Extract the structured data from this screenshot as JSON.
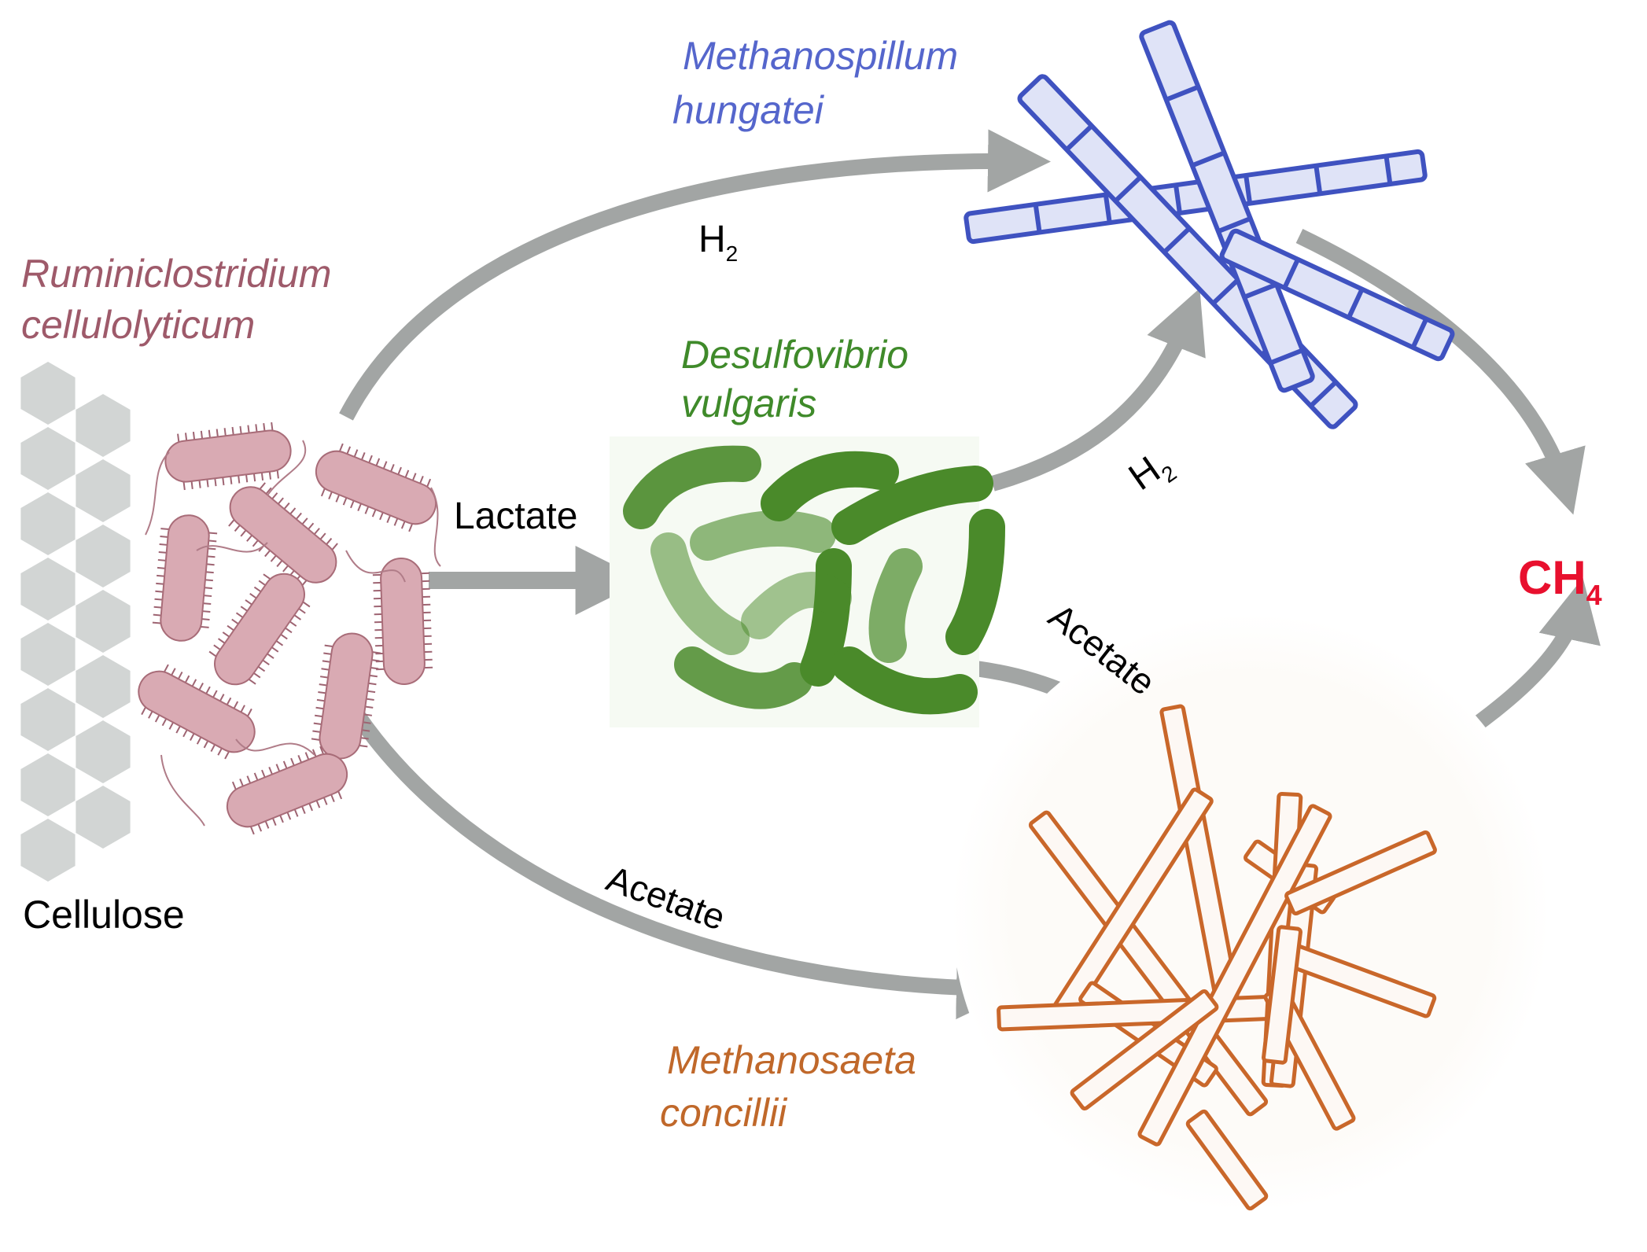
{
  "diagram": {
    "title": "Cellulose-to-methane syntrophic consortium",
    "organisms": {
      "cellulolytic": {
        "line1": "Ruminiclostridium",
        "line2": "cellulolyticum",
        "color": "#9e5a6a"
      },
      "sulfate_reducer": {
        "line1": "Desulfovibrio",
        "line2": "vulgaris",
        "color": "#3f8a2a"
      },
      "hydrogenotrophic_methanogen": {
        "line1": "Methanospillum",
        "line2": "hungatei",
        "color": "#5566cc"
      },
      "acetoclastic_methanogen": {
        "line1": "Methanosaeta",
        "line2": "concillii",
        "color": "#c0682a"
      }
    },
    "substrate": {
      "label": "Cellulose"
    },
    "product": {
      "main": "CH",
      "sub": "4",
      "color": "#e8102e"
    },
    "flows": [
      {
        "id": "h2-top",
        "from": "Ruminiclostridium cellulolyticum",
        "to": "Methanospillum hungatei",
        "label_main": "H",
        "label_sub": "2"
      },
      {
        "id": "lactate",
        "from": "Ruminiclostridium cellulolyticum",
        "to": "Desulfovibrio vulgaris",
        "label": "Lactate"
      },
      {
        "id": "h2-mid",
        "from": "Desulfovibrio vulgaris",
        "to": "Methanospillum hungatei",
        "label_main": "H",
        "label_sub": "2"
      },
      {
        "id": "acetate-mid",
        "from": "Desulfovibrio vulgaris",
        "to": "Methanosaeta concillii",
        "label": "Acetate"
      },
      {
        "id": "acetate-bottom",
        "from": "Ruminiclostridium cellulolyticum",
        "to": "Methanosaeta concillii",
        "label": "Acetate"
      },
      {
        "id": "ch4-from-hungatei",
        "from": "Methanospillum hungatei",
        "to": "CH4"
      },
      {
        "id": "ch4-from-concillii",
        "from": "Methanosaeta concillii",
        "to": "CH4"
      }
    ],
    "colors": {
      "arrow": "#a2a5a4",
      "hexagon": "#d2d5d4",
      "text": "#000000"
    }
  }
}
